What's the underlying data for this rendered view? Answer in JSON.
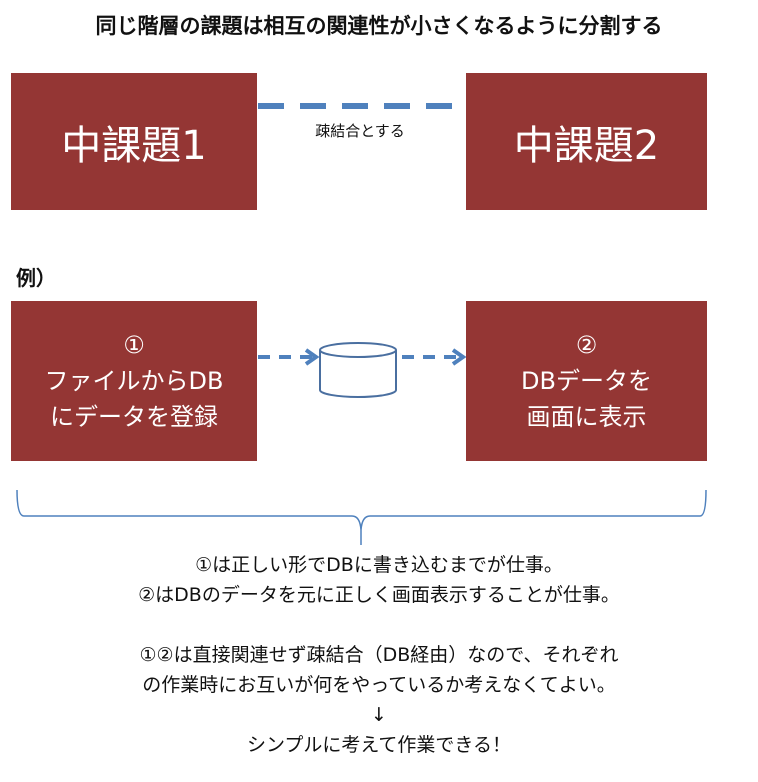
{
  "title": "同じ階層の課題は相互の関連性が小さくなるように分割する",
  "top": {
    "box1": "中課題1",
    "box2": "中課題2",
    "connector_label": "疎結合とする"
  },
  "example": {
    "heading": "例）",
    "box1": {
      "num": "①",
      "line1": "ファイルからDB",
      "line2": "にデータを登録"
    },
    "box2": {
      "num": "②",
      "line1": "DBデータを",
      "line2": "画面に表示"
    }
  },
  "description": [
    "①は正しい形でDBに書き込むまでが仕事。",
    "②はDBのデータを元に正しく画面表示することが仕事。",
    "",
    "①②は直接関連せず疎結合（DB経由）なので、それぞれ",
    "の作業時にお互いが何をやっているか考えなくてよい。",
    "↓",
    "シンプルに考えて作業できる！"
  ],
  "colors": {
    "box": "#943634",
    "line": "#4f81bd"
  }
}
